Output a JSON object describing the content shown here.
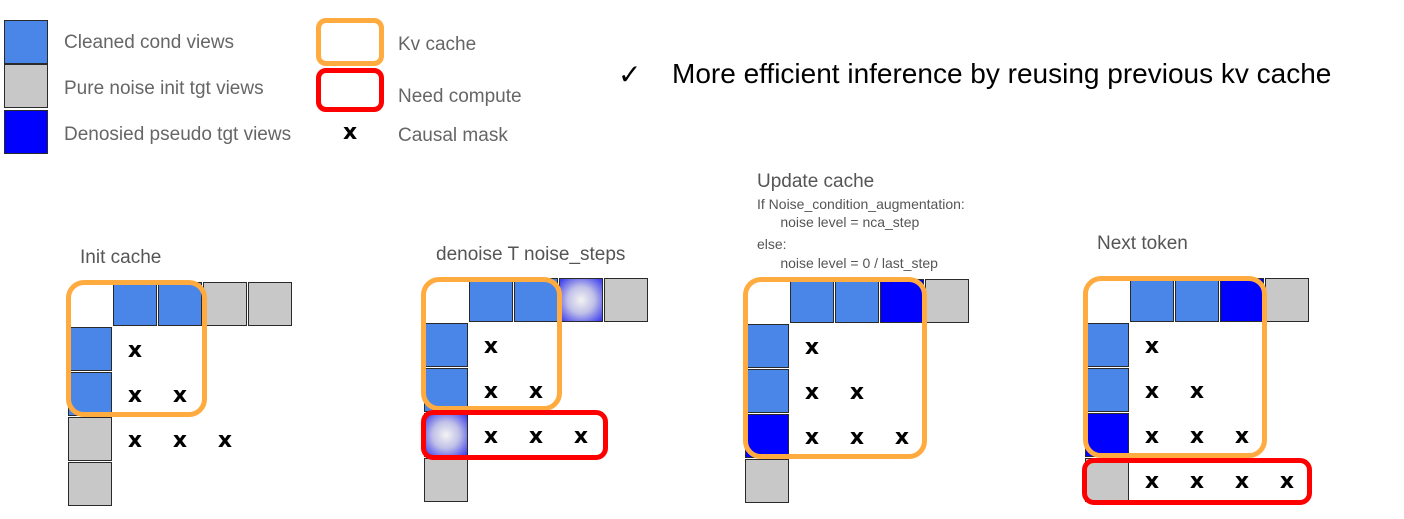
{
  "legend": {
    "cleaned": "Cleaned cond views",
    "noise_init": "Pure noise init tgt views",
    "denoised": "Denosied pseudo tgt views",
    "kv_cache": "Kv cache",
    "need_compute": "Need compute",
    "causal_mark": "x",
    "causal_mask": "Causal mask"
  },
  "headline": {
    "check": "✓",
    "text": "More efficient inference by reusing previous kv cache"
  },
  "panels": {
    "init": {
      "title": "Init cache"
    },
    "denoise": {
      "title": "denoise T noise_steps"
    },
    "update": {
      "title": "Update cache",
      "line1": "If Noise_condition_augmentation:",
      "line2": "      noise level = nca_step",
      "line3": "else:",
      "line4": "      noise level = 0 / last_step"
    },
    "next": {
      "title": "Next token"
    }
  },
  "mask_symbol": "x",
  "colors": {
    "cleaned": "#4a86e8",
    "noise": "#c8c8c8",
    "denoised": "#0000ff",
    "kv_cache": "#ffab40",
    "need_compute": "#ff0000"
  }
}
